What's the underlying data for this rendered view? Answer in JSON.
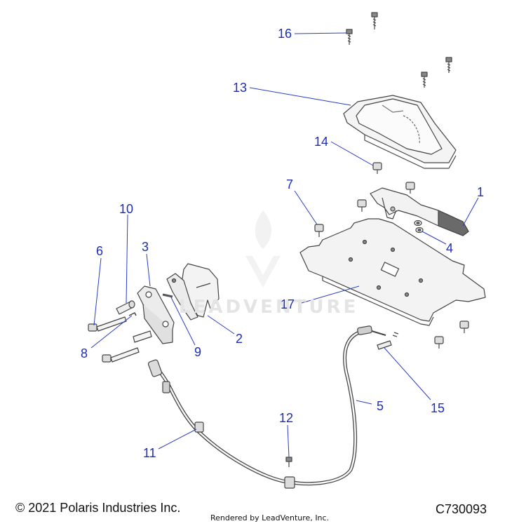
{
  "callouts": {
    "c1": "1",
    "c2": "2",
    "c3": "3",
    "c4": "4",
    "c5": "5",
    "c6": "6",
    "c7": "7",
    "c8": "8",
    "c9": "9",
    "c10": "10",
    "c11": "11",
    "c12": "12",
    "c13": "13",
    "c14": "14",
    "c15": "15",
    "c16": "16",
    "c17": "17"
  },
  "footer": {
    "copyright": "© 2021 Polaris Industries Inc.",
    "rendered_by": "Rendered by LeadVenture, Inc.",
    "diagram_code": "C730093"
  },
  "watermark": {
    "text": "LEADVENTURE"
  },
  "colors": {
    "callout": "#1f2db5",
    "line": "#2a3cc8",
    "part_stroke": "#444444",
    "part_fill": "#f7f7f7"
  }
}
